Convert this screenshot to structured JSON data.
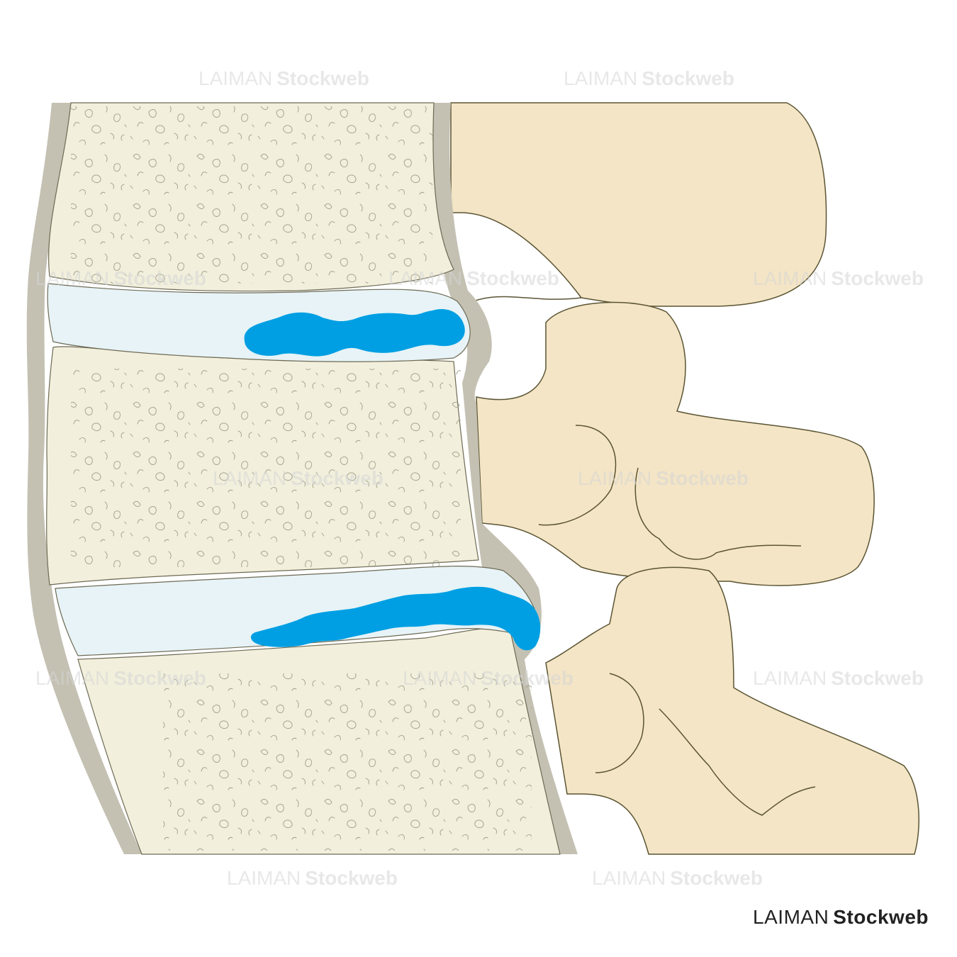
{
  "watermark": {
    "part1": "LAIMAN",
    "part2": "Stockweb"
  },
  "brand": {
    "part1": "LAIMAN",
    "part2": "Stockweb"
  },
  "colors": {
    "ligament": "#c4c1b3",
    "vertebral_body": "#f2efdc",
    "posterior_bone": "#f3e5c5",
    "annulus": "#e7f3f6",
    "nucleus": "#009fe3",
    "outline": "#5b5433",
    "trabecula": "#9a9782"
  },
  "icons": [
    "lumbar-spine-illustration",
    "herniated-nucleus"
  ]
}
